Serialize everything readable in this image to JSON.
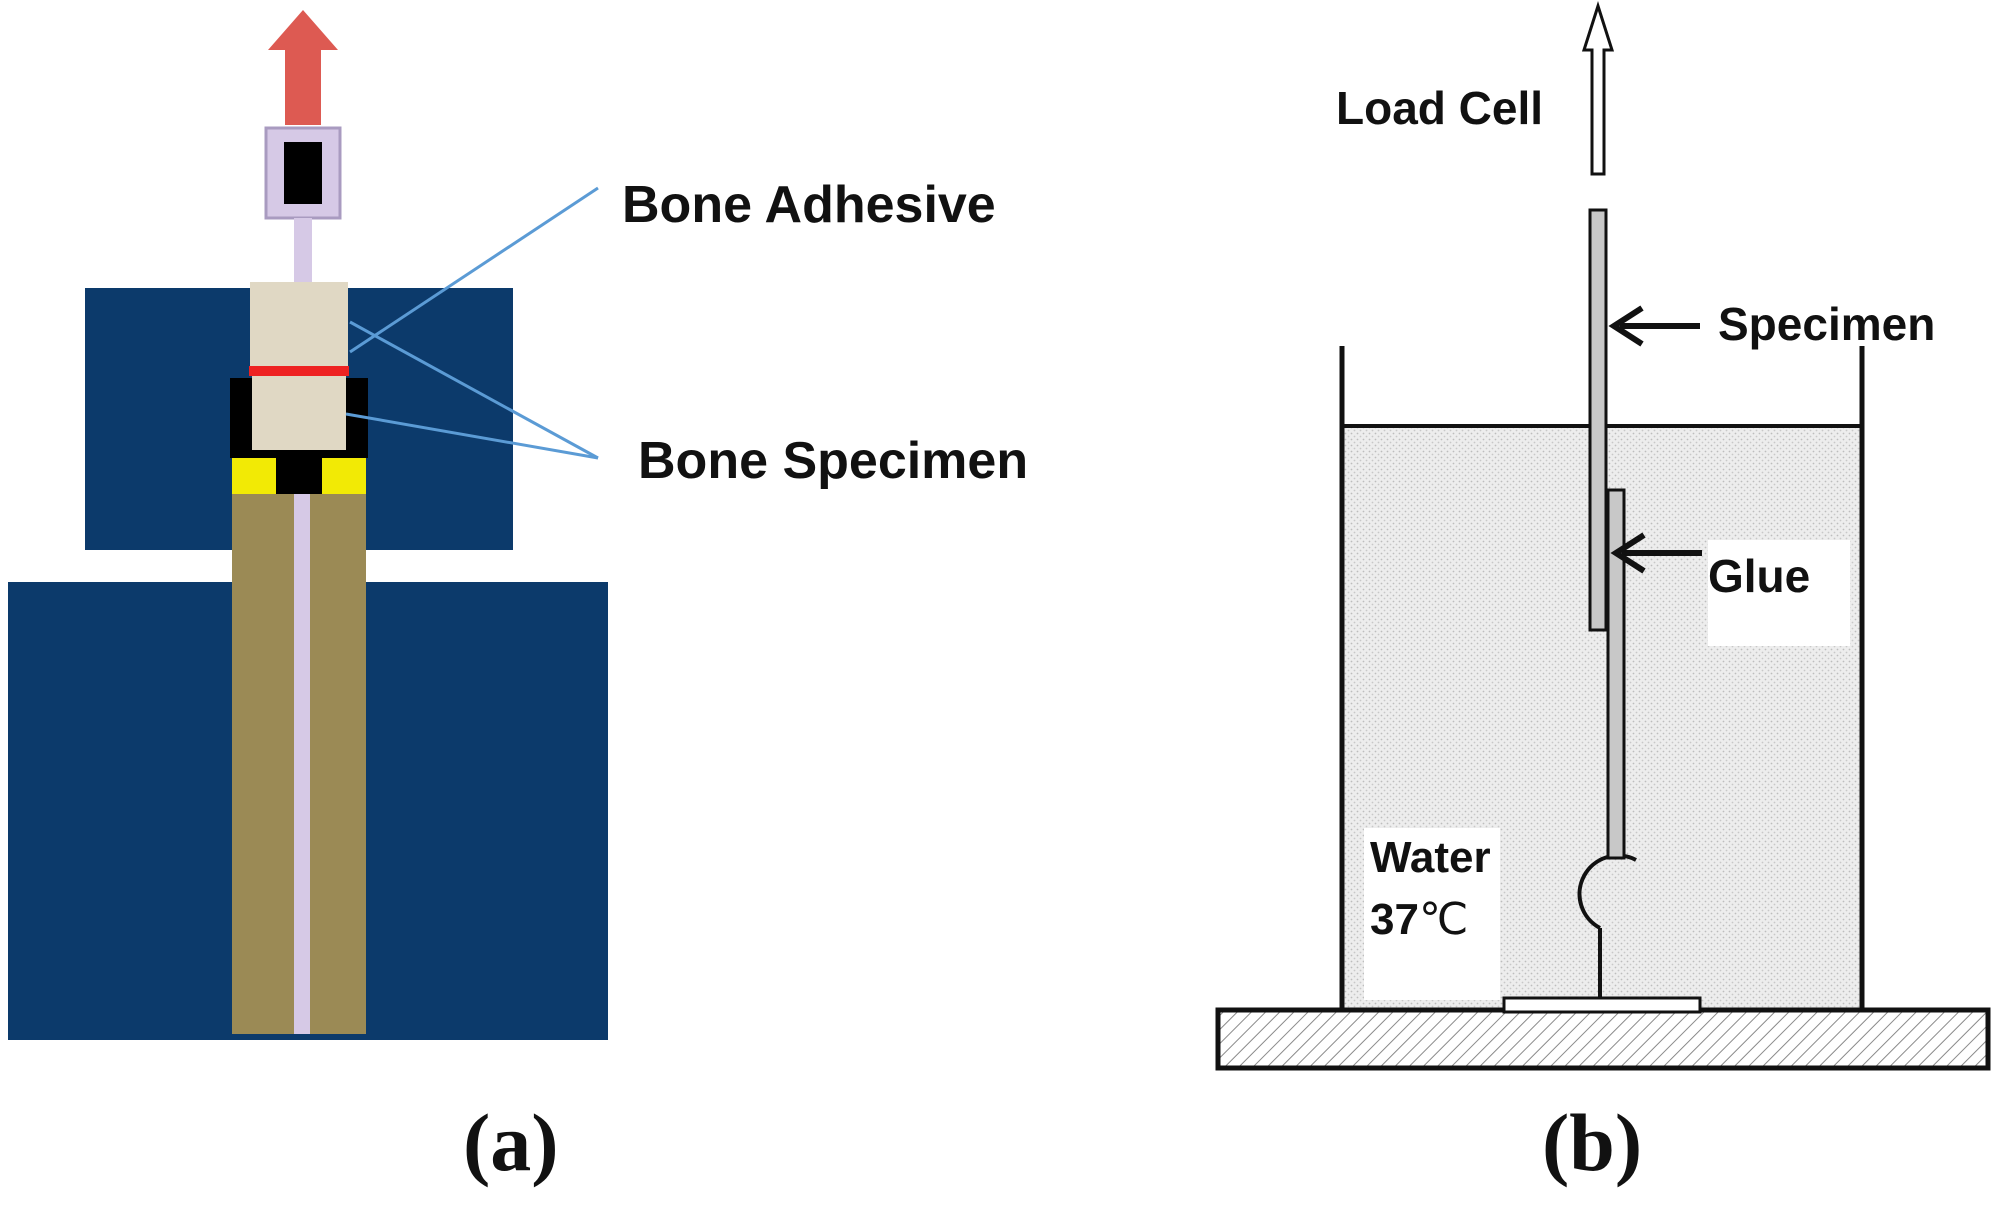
{
  "panel_a": {
    "label_bone_adhesive": "Bone Adhesive",
    "label_bone_specimen": "Bone Specimen",
    "caption": "(a)",
    "colors": {
      "fixture": "#0c3a6b",
      "rod": "#9b8a55",
      "specimen": "#e0d8c4",
      "adhesive": "#ee2222",
      "clamp": "#f2ea05",
      "pull_arrow": "#dd5a52",
      "load_cell": "#d6c9e6",
      "leader_line": "#5b9bd5"
    },
    "icons": [
      "pull-arrow-icon",
      "load-cell-icon"
    ]
  },
  "panel_b": {
    "label_load_cell": "Load Cell",
    "label_specimen": "Specimen",
    "label_glue": "Glue",
    "label_water": "Water",
    "label_temp_value": "37",
    "label_temp_unit": "℃",
    "caption": "(b)",
    "colors": {
      "water": "#ececec",
      "specimen": "#c8c8c8",
      "outline": "#111111"
    },
    "icons": [
      "up-arrow-icon",
      "hook-icon",
      "arrow-left-icon"
    ]
  }
}
